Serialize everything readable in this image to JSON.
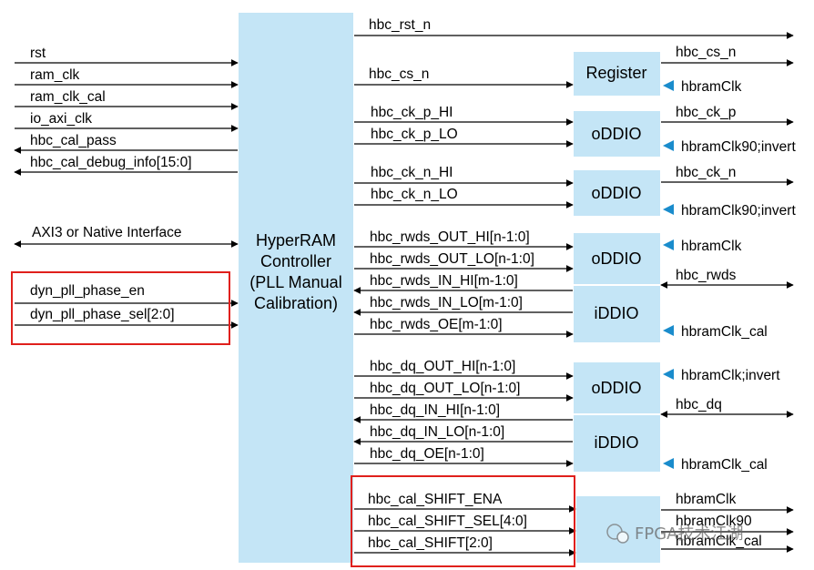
{
  "controller": {
    "line1": "HyperRAM",
    "line2": "Controller",
    "line3": "(PLL Manual",
    "line4": "Calibration)"
  },
  "left_signals": {
    "rst": "rst",
    "ram_clk": "ram_clk",
    "ram_clk_cal": "ram_clk_cal",
    "io_axi_clk": "io_axi_clk",
    "hbc_cal_pass": "hbc_cal_pass",
    "hbc_cal_debug_info": "hbc_cal_debug_info[15:0]",
    "axi3": "AXI3 or Native Interface",
    "dyn_pll_phase_en": "dyn_pll_phase_en",
    "dyn_pll_phase_sel": "dyn_pll_phase_sel[2:0]"
  },
  "mid_signals": {
    "hbc_rst_n": "hbc_rst_n",
    "hbc_cs_n": "hbc_cs_n",
    "hbc_ck_p_HI": "hbc_ck_p_HI",
    "hbc_ck_p_LO": "hbc_ck_p_LO",
    "hbc_ck_n_HI": "hbc_ck_n_HI",
    "hbc_ck_n_LO": "hbc_ck_n_LO",
    "hbc_rwds_OUT_HI": "hbc_rwds_OUT_HI[n-1:0]",
    "hbc_rwds_OUT_LO": "hbc_rwds_OUT_LO[n-1:0]",
    "hbc_rwds_IN_HI": "hbc_rwds_IN_HI[m-1:0]",
    "hbc_rwds_IN_LO": "hbc_rwds_IN_LO[m-1:0]",
    "hbc_rwds_OE": "hbc_rwds_OE[m-1:0]",
    "hbc_dq_OUT_HI": "hbc_dq_OUT_HI[n-1:0]",
    "hbc_dq_OUT_LO": "hbc_dq_OUT_LO[n-1:0]",
    "hbc_dq_IN_HI": "hbc_dq_IN_HI[n-1:0]",
    "hbc_dq_IN_LO": "hbc_dq_IN_LO[n-1:0]",
    "hbc_dq_OE": "hbc_dq_OE[n-1:0]",
    "hbc_cal_SHIFT_ENA": "hbc_cal_SHIFT_ENA",
    "hbc_cal_SHIFT_SEL": "hbc_cal_SHIFT_SEL[4:0]",
    "hbc_cal_SHIFT": "hbc_cal_SHIFT[2:0]"
  },
  "blocks": {
    "register": "Register",
    "oddio": "oDDIO",
    "iddio": "iDDIO"
  },
  "right_signals": {
    "hbc_cs_n": "hbc_cs_n",
    "hbramClk_reg": "hbramClk",
    "hbc_ck_p": "hbc_ck_p",
    "hbramClk90_invert_1": "hbramClk90;invert",
    "hbc_ck_n": "hbc_ck_n",
    "hbramClk90_invert_2": "hbramClk90;invert",
    "hbramClk_rwds": "hbramClk",
    "hbc_rwds": "hbc_rwds",
    "hbramClk_cal_1": "hbramClk_cal",
    "hbramClk_invert": "hbramClk;invert",
    "hbc_dq": "hbc_dq",
    "hbramClk_cal_2": "hbramClk_cal",
    "out_hbramClk": "hbramClk",
    "out_hbramClk90": "hbramClk90",
    "out_hbramClk_cal": "hbramClk_cal"
  },
  "watermark": "FPGA技术江湖",
  "colors": {
    "block_fill": "#c4e5f6",
    "highlight": "#e0201c"
  }
}
